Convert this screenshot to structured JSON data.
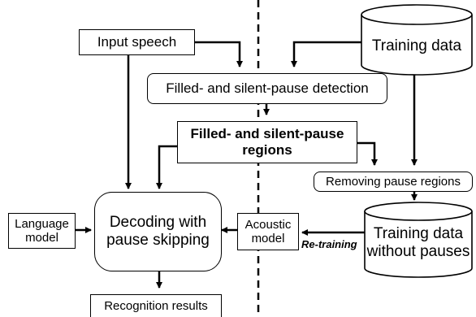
{
  "boxes": {
    "input_speech": "Input speech",
    "training_data": "Training data",
    "pause_detection": "Filled- and silent-pause detection",
    "pause_regions": "Filled- and silent-pause\nregions",
    "removing_pause_regions": "Removing pause regions",
    "language_model": "Language\nmodel",
    "decoding": "Decoding with\npause skipping",
    "acoustic_model": "Acoustic\nmodel",
    "training_data_without_pauses": "Training data\nwithout pauses",
    "recognition_results": "Recognition results"
  },
  "annotations": {
    "retraining": "Re-training"
  }
}
